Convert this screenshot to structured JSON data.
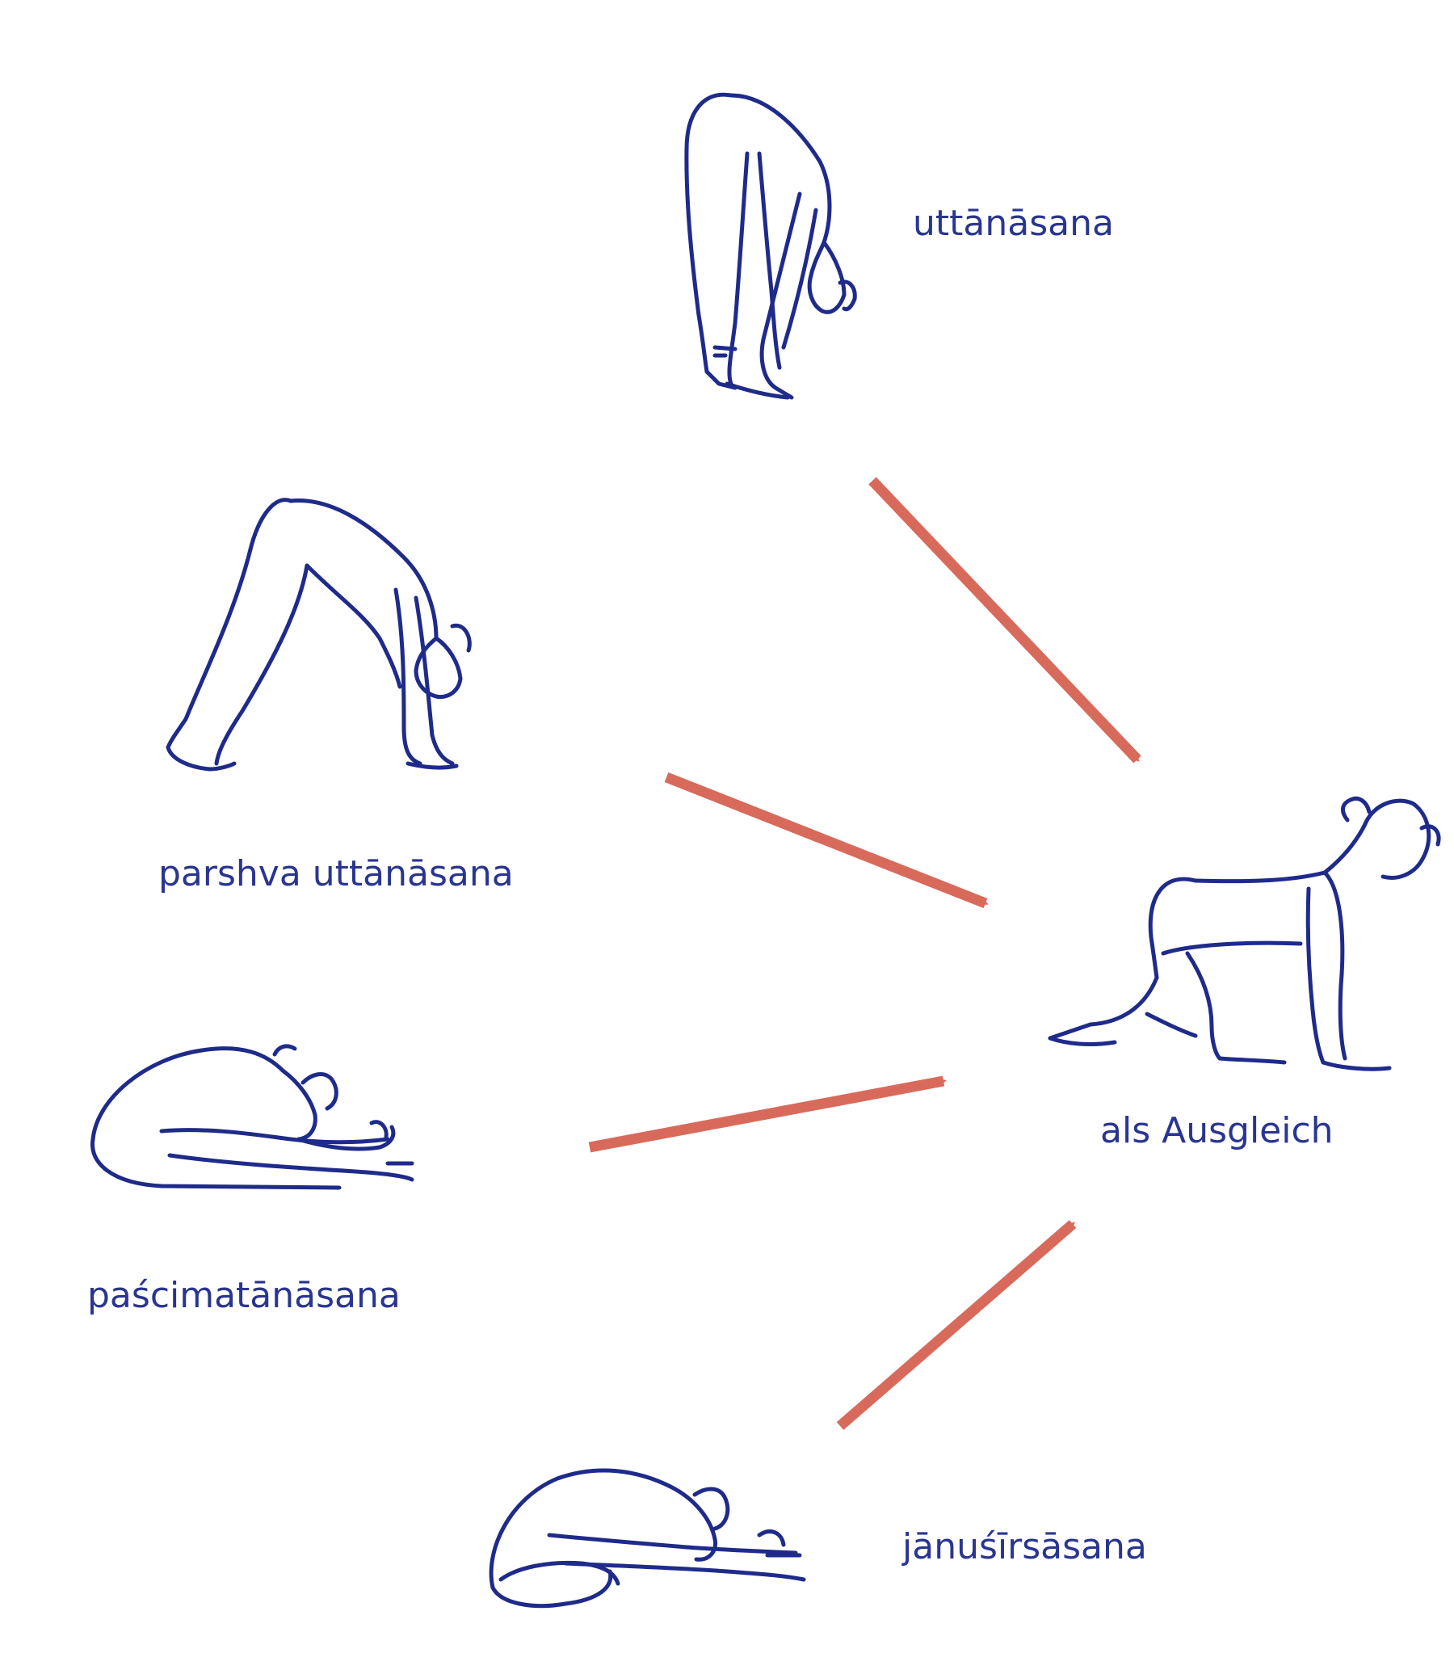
{
  "poses": {
    "uttanasana": "uttānāsana",
    "parshva_uttanasana": "parshva uttānāsana",
    "pascimatanasana": "paścimatānāsana",
    "janusirsasana": "jānuśīrsāsana"
  },
  "target": {
    "label": "als Ausgleich"
  },
  "colors": {
    "figure_stroke": "#1f2b8a",
    "label_text": "#2a3590",
    "arrow": "#d86a5c",
    "background": "#ffffff"
  },
  "icons": {
    "uttanasana": "standing-forward-bend-figure",
    "parshva_uttanasana": "pyramid-pose-figure",
    "pascimatanasana": "seated-forward-bend-figure",
    "janusirsasana": "head-to-knee-pose-figure",
    "target": "cat-pose-figure"
  }
}
